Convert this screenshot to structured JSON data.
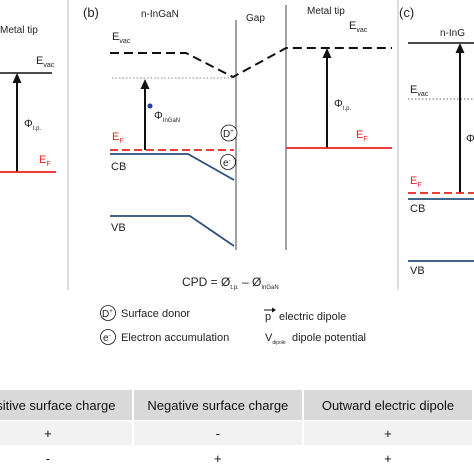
{
  "panel_a": {
    "metal_tip_label": "Metal tip",
    "evac_label": "E",
    "evac_sub": "vac",
    "phi_label": "Φ",
    "phi_sub": "t.p.",
    "ef_label": "E",
    "ef_sub": "F"
  },
  "panel_b": {
    "letter": "(b)",
    "ingan_label": "n-InGaN",
    "gap_label": "Gap",
    "metal_tip_label": "Metal tip",
    "evac_left": "E",
    "evac_left_sub": "vac",
    "evac_right": "E",
    "evac_right_sub": "vac",
    "phi_ingan": "Φ",
    "phi_ingan_sub": "InGaN",
    "phi_tip": "Φ",
    "phi_tip_sub": "t.p.",
    "ef_left": "E",
    "ef_left_sub": "F",
    "ef_right": "E",
    "ef_right_sub": "F",
    "cb_label": "CB",
    "vb_label": "VB",
    "donor_symbol": "D",
    "donor_sup": "+",
    "electron_symbol": "e",
    "electron_sup": "-"
  },
  "panel_c": {
    "letter": "(c)",
    "ingan_label": "n-InG",
    "evac_label": "E",
    "evac_sub": "vac",
    "phi_label": "Φ",
    "ef_label": "E",
    "ef_sub": "F",
    "cb_label": "CB",
    "vb_label": "VB"
  },
  "cpd": {
    "prefix": "CPD = Ø",
    "sub1": "t.p.",
    "middle": " – Ø",
    "sub2": "InGaN"
  },
  "legend": {
    "donor_symbol": "D",
    "donor_sup": "+",
    "donor_text": "Surface donor",
    "electron_symbol": "e",
    "electron_sup": "-",
    "electron_text": "Electron accumulation",
    "dipole_symbol": "p",
    "dipole_text": "electric dipole",
    "potential_symbol": "V",
    "potential_sub": "dipole",
    "potential_text": "dipole potential"
  },
  "table": {
    "headers": [
      "Positive surface charge",
      "Negative surface charge",
      "Outward electric dipole"
    ],
    "rows": [
      [
        "+",
        "-",
        "+"
      ],
      [
        "-",
        "+",
        "+"
      ]
    ]
  },
  "colors": {
    "fermi_red": "#e8231f",
    "band_blue": "#2b4f7a",
    "donor_dot": "#1f3fa8"
  }
}
